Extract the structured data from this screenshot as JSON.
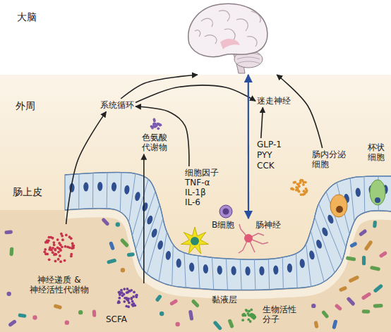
{
  "diagram": {
    "nodes": [
      {
        "text": [
          "大脑"
        ]
      },
      {
        "text": [
          "系统循环"
        ]
      },
      {
        "text": [
          "迷走神经"
        ]
      },
      {
        "text": [
          "色氨酸代谢物"
        ]
      },
      {
        "text": [
          "细胞因子",
          "TNF-α",
          "IL-1β",
          "IL-6"
        ]
      },
      {
        "text": [
          "GLP-1",
          "PYY",
          "CCK"
        ]
      },
      {
        "text": [
          "肠内分泌细胞"
        ]
      },
      {
        "text": [
          "肠神经"
        ]
      },
      {
        "text": [
          "神经递质 & 神经活性代谢物"
        ]
      },
      {
        "text": [
          "SCFA"
        ]
      }
    ],
    "edges": [
      {
        "from": 8,
        "to": 1,
        "arrow": "to"
      },
      {
        "from": 9,
        "to": 3,
        "arrow": "to"
      },
      {
        "from": 4,
        "to": 1,
        "arrow": "to"
      },
      {
        "from": 1,
        "to": 0,
        "arrow": "to"
      },
      {
        "from": 1,
        "to": 2,
        "arrow": "to"
      },
      {
        "from": 7,
        "to": 0,
        "arrow": "both"
      },
      {
        "from": 5,
        "to": 2,
        "arrow": "to"
      },
      {
        "from": 6,
        "to": 0,
        "arrow": "to"
      }
    ],
    "labels": [
      "外周",
      "肠上皮",
      "杯状细胞",
      "B细胞",
      "黏液层",
      "生物活性分子"
    ]
  }
}
